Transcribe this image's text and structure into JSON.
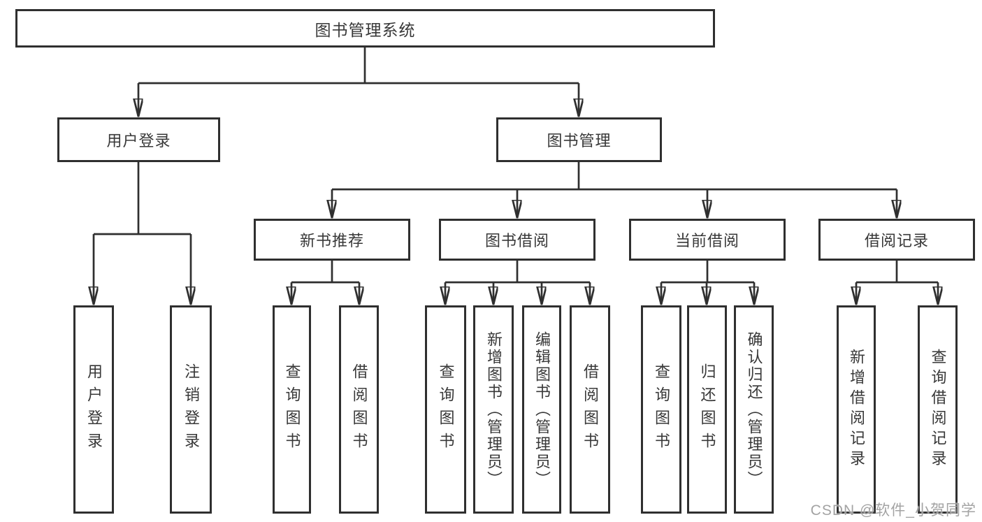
{
  "tree": {
    "label": "图书管理系统",
    "children": [
      {
        "label": "用户登录",
        "children": [
          {
            "label": "用户登录"
          },
          {
            "label": "注销登录"
          }
        ]
      },
      {
        "label": "图书管理",
        "children": [
          {
            "label": "新书推荐",
            "children": [
              {
                "label": "查询图书"
              },
              {
                "label": "借阅图书"
              }
            ]
          },
          {
            "label": "图书借阅",
            "children": [
              {
                "label": "查询图书"
              },
              {
                "label": "新增图书（管理员）"
              },
              {
                "label": "编辑图书（管理员）"
              },
              {
                "label": "借阅图书"
              }
            ]
          },
          {
            "label": "当前借阅",
            "children": [
              {
                "label": "查询图书"
              },
              {
                "label": "归还图书"
              },
              {
                "label": "确认归还（管理员）"
              }
            ]
          },
          {
            "label": "借阅记录",
            "children": [
              {
                "label": "新增借阅记录"
              },
              {
                "label": "查询借阅记录"
              }
            ]
          }
        ]
      }
    ]
  },
  "watermark": {
    "text": "CSDN @软件_小贺同学"
  },
  "colors": {
    "line": "#2f2f2f",
    "text": "#383838",
    "box_fill": "#ffffff",
    "watermark": "#9e9e9e",
    "background": "#ffffff"
  }
}
